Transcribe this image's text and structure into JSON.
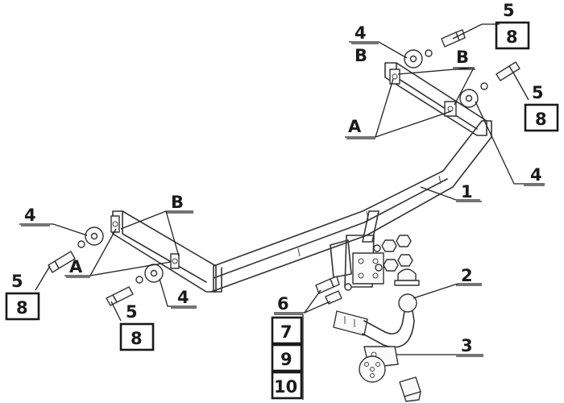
{
  "labels": {
    "n1": "1",
    "n2": "2",
    "n3": "3",
    "n4": "4",
    "n5": "5",
    "n6": "6",
    "n7": "7",
    "n8": "8",
    "n9": "9",
    "n10": "10",
    "A": "A",
    "B": "B"
  }
}
